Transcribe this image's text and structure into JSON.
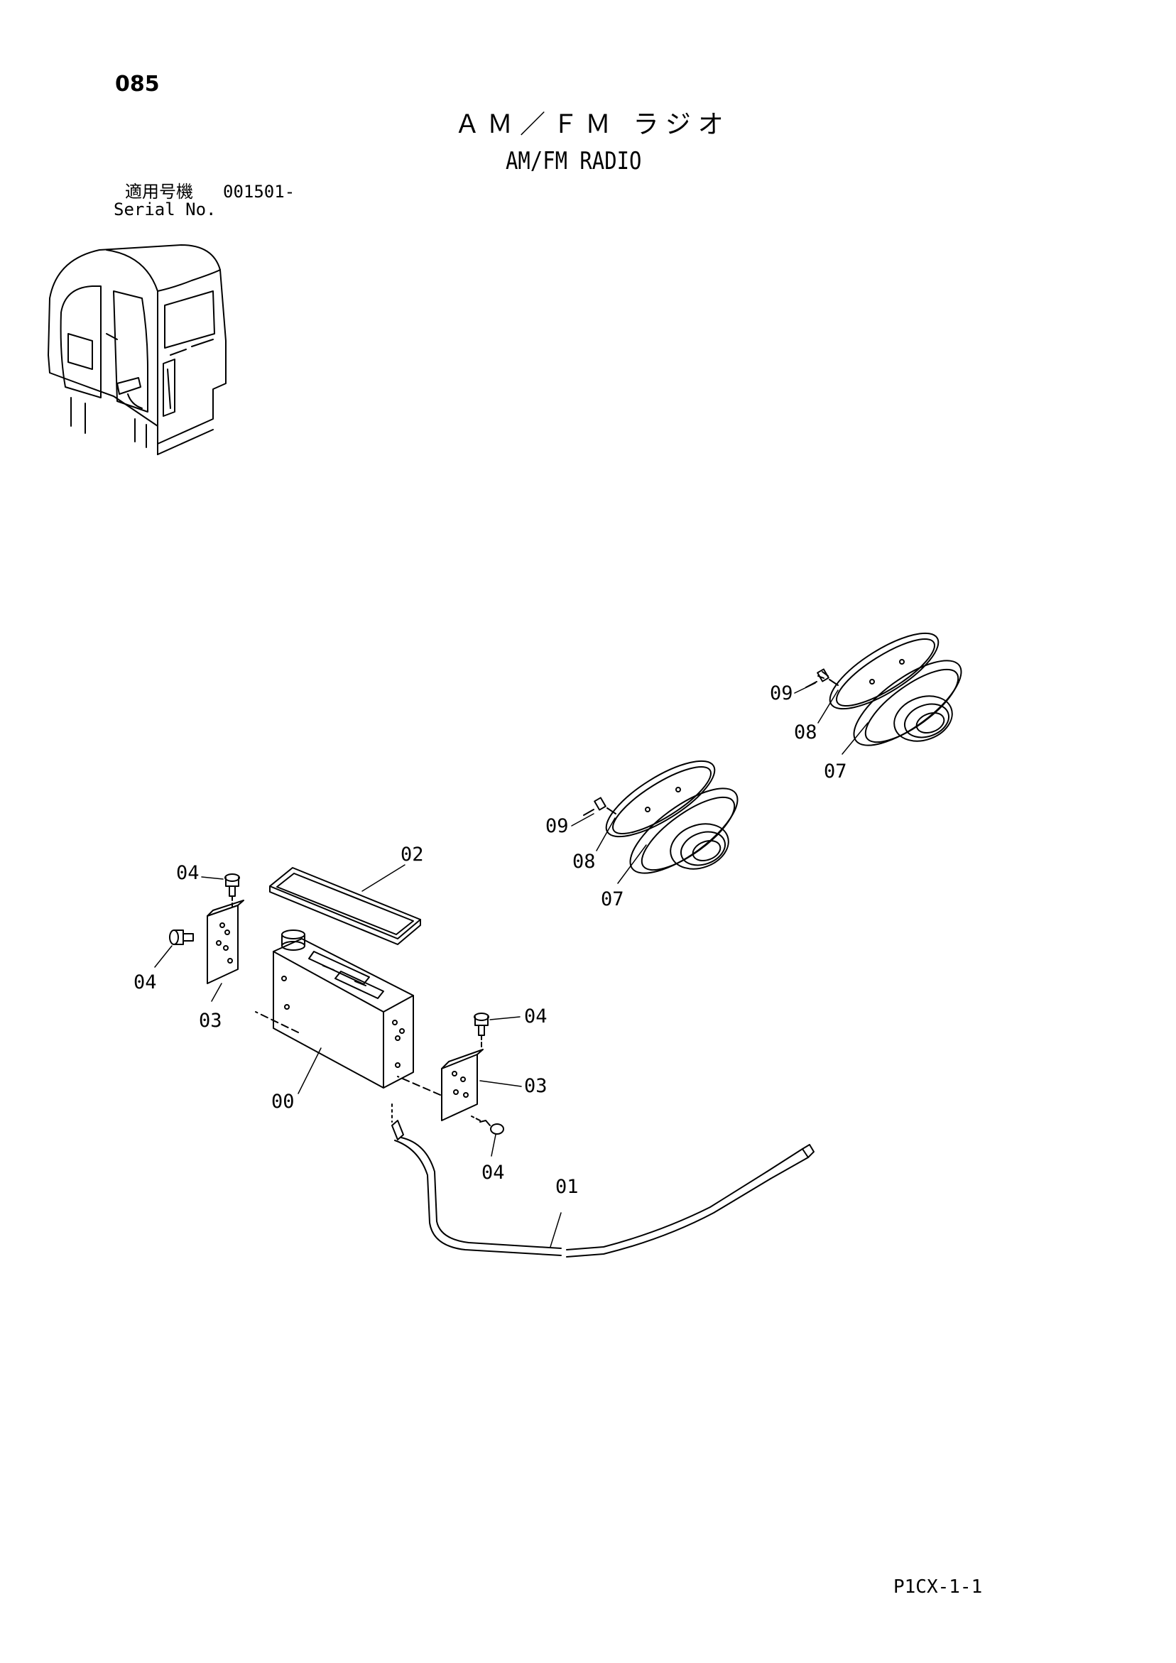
{
  "page": {
    "number": "085",
    "title_jp": "ＡＭ／ＦＭ ラジオ",
    "title_en": "AM/FM RADIO",
    "serial_label_jp": "適用号機",
    "serial_number": "001501-",
    "serial_label_en": "Serial No.",
    "code": "P1CX-1-1"
  },
  "callouts": [
    "09",
    "08",
    "07",
    "09",
    "08",
    "07",
    "02",
    "04",
    "04",
    "03",
    "04",
    "03",
    "00",
    "04",
    "01"
  ]
}
